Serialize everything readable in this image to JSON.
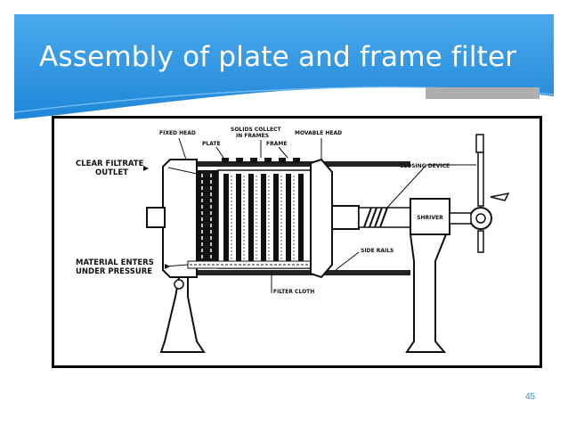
{
  "slide": {
    "title": "Assembly of plate and frame filter",
    "page_number": "45"
  },
  "colors": {
    "header_blue_light": "#4aa9ec",
    "header_blue_dark": "#1f86d8",
    "accent_gray": "#aeaeae",
    "page_number": "#3b8fd4"
  },
  "diagram": {
    "labels": {
      "fixed_head": "FIXED HEAD",
      "solids_collect_line1": "SOLIDS COLLECT",
      "solids_collect_line2": "IN FRAMES",
      "plate": "PLATE",
      "frame": "FRAME",
      "movable_head": "MOVABLE HEAD",
      "clear_filtrate_line1": "CLEAR FILTRATE",
      "clear_filtrate_line2": "OUTLET",
      "material_enters_line1": "MATERIAL ENTERS",
      "material_enters_line2": "UNDER PRESSURE",
      "closing_device": "CLOSING DEVICE",
      "side_rails": "SIDE RAILS",
      "filter_cloth": "FILTER CLOTH",
      "brand": "SHRIVER"
    }
  }
}
